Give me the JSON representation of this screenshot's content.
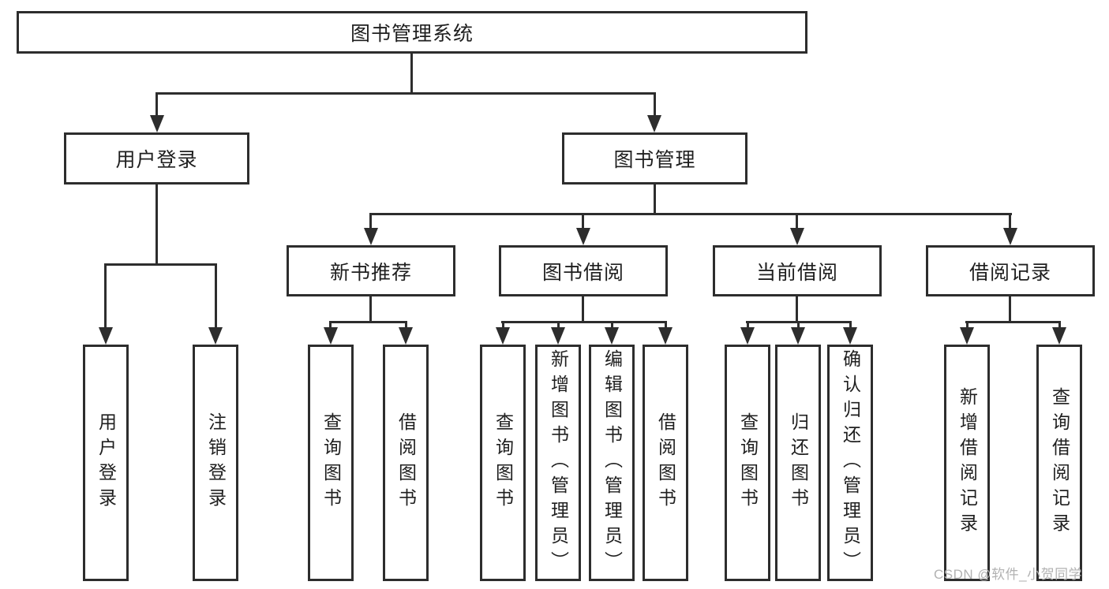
{
  "diagram": {
    "root": {
      "label": "图书管理系统"
    },
    "level1": [
      {
        "label": "用户登录"
      },
      {
        "label": "图书管理"
      }
    ],
    "level2": [
      {
        "label": "新书推荐"
      },
      {
        "label": "图书借阅"
      },
      {
        "label": "当前借阅"
      },
      {
        "label": "借阅记录"
      }
    ],
    "leaves": {
      "user_login": [
        "用户登录",
        "注销登录"
      ],
      "new_book_recommend": [
        "查询图书",
        "借阅图书"
      ],
      "book_borrow": [
        "查询图书",
        "新增图书（管理员）",
        "编辑图书（管理员）",
        "借阅图书"
      ],
      "current_borrow": [
        "查询图书",
        "归还图书",
        "确认归还（管理员）"
      ],
      "borrow_records": [
        "新增借阅记录",
        "查询借阅记录"
      ]
    }
  },
  "watermark": "CSDN @软件_小贺同学",
  "colors": {
    "line": "#2d2d2d",
    "text": "#1f1f1f",
    "watermark": "#b2b2b2",
    "background": "#ffffff"
  }
}
